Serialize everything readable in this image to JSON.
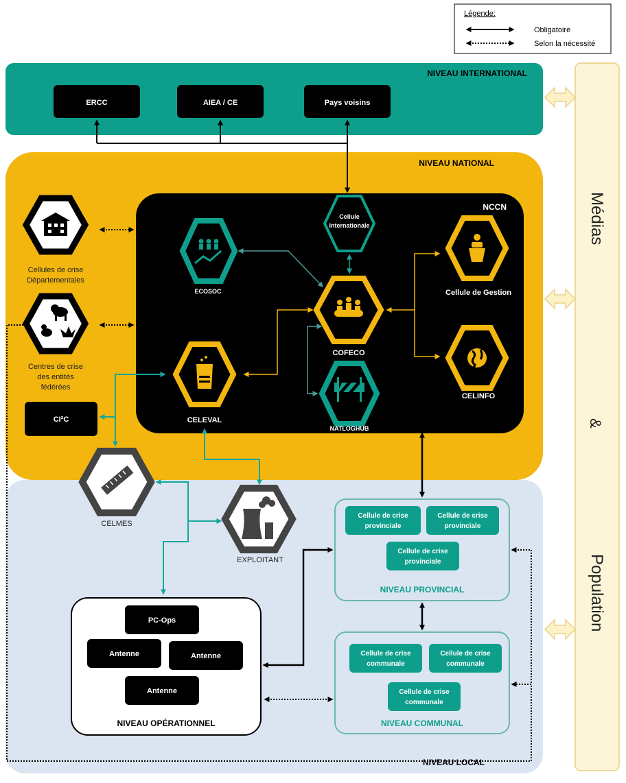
{
  "legend": {
    "title": "Légende:",
    "mandatory": "Obligatoire",
    "as_needed": "Selon la nécessité"
  },
  "levels": {
    "international": "NIVEAU INTERNATIONAL",
    "national": "NIVEAU NATIONAL",
    "local": "NIVEAU LOCAL",
    "provincial": "NIVEAU PROVINCIAL",
    "communal": "NIVEAU COMMUNAL",
    "operational": "NIVEAU OPÉRATIONNEL"
  },
  "international": {
    "ercc": "ERCC",
    "aiea": "AIEA / CE",
    "neighbours": "Pays voisins"
  },
  "nccn": {
    "title": "NCCN",
    "cellule_int_1": "Cellule",
    "cellule_int_2": "Internationale",
    "ecosoc": "ECOSOC",
    "cofeco": "COFECO",
    "gestion": "Cellule de Gestion",
    "celinfo": "CELINFO",
    "celeval": "CELEVAL",
    "natloghub": "NATLOGHUB"
  },
  "side_national": {
    "dept_1": "Cellules de crise",
    "dept_2": "Départementales",
    "fed_1": "Centres de crise",
    "fed_2": "des entités",
    "fed_3": "fédérées",
    "ci2c": "CI²C"
  },
  "local": {
    "celmes": "CELMES",
    "exploitant": "EXPLOITANT"
  },
  "provincial_cells": {
    "line1": "Cellule de crise",
    "line2": "provinciale"
  },
  "communal_cells": {
    "line1": "Cellule de crise",
    "line2": "communale"
  },
  "operational": {
    "pcops": "PC-Ops",
    "antenne": "Antenne"
  },
  "media": {
    "medias": "Médias",
    "and": "&",
    "population": "Population"
  },
  "colors": {
    "teal": "#0e9f8c",
    "orange": "#f2b60f",
    "black": "#000000",
    "local_bg": "#dbe5f1",
    "media_bg": "#fdf5d8"
  }
}
